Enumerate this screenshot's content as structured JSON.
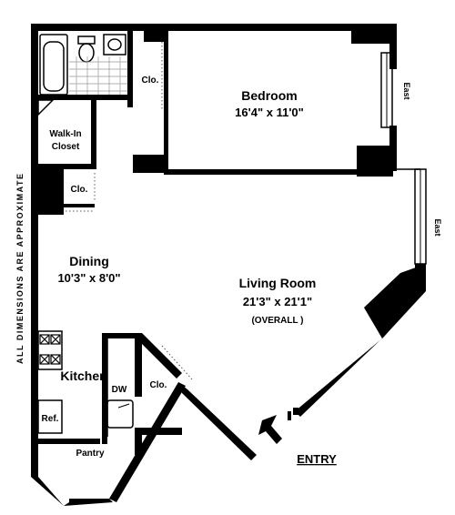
{
  "disclaimer": "ALL DIMENSIONS ARE APPROXIMATE",
  "rooms": {
    "bedroom": {
      "name": "Bedroom",
      "dims": "16'4\" x 11'0\""
    },
    "living": {
      "name": "Living Room",
      "dims": "21'3\" x 21'1\"",
      "note": "(OVERALL )"
    },
    "dining": {
      "name": "Dining",
      "dims": "10'3\" x 8'0\""
    },
    "kitchen": {
      "name": "Kitchen"
    },
    "walkin": {
      "line1": "Walk-In",
      "line2": "Closet"
    }
  },
  "labels": {
    "closet_bedroom": "Clo.",
    "closet_hall": "Clo.",
    "closet_entry": "Clo.",
    "dishwasher": "DW",
    "refrigerator": "Ref.",
    "pantry": "Pantry",
    "entry": "ENTRY",
    "east_top": "East",
    "east_right": "East"
  }
}
